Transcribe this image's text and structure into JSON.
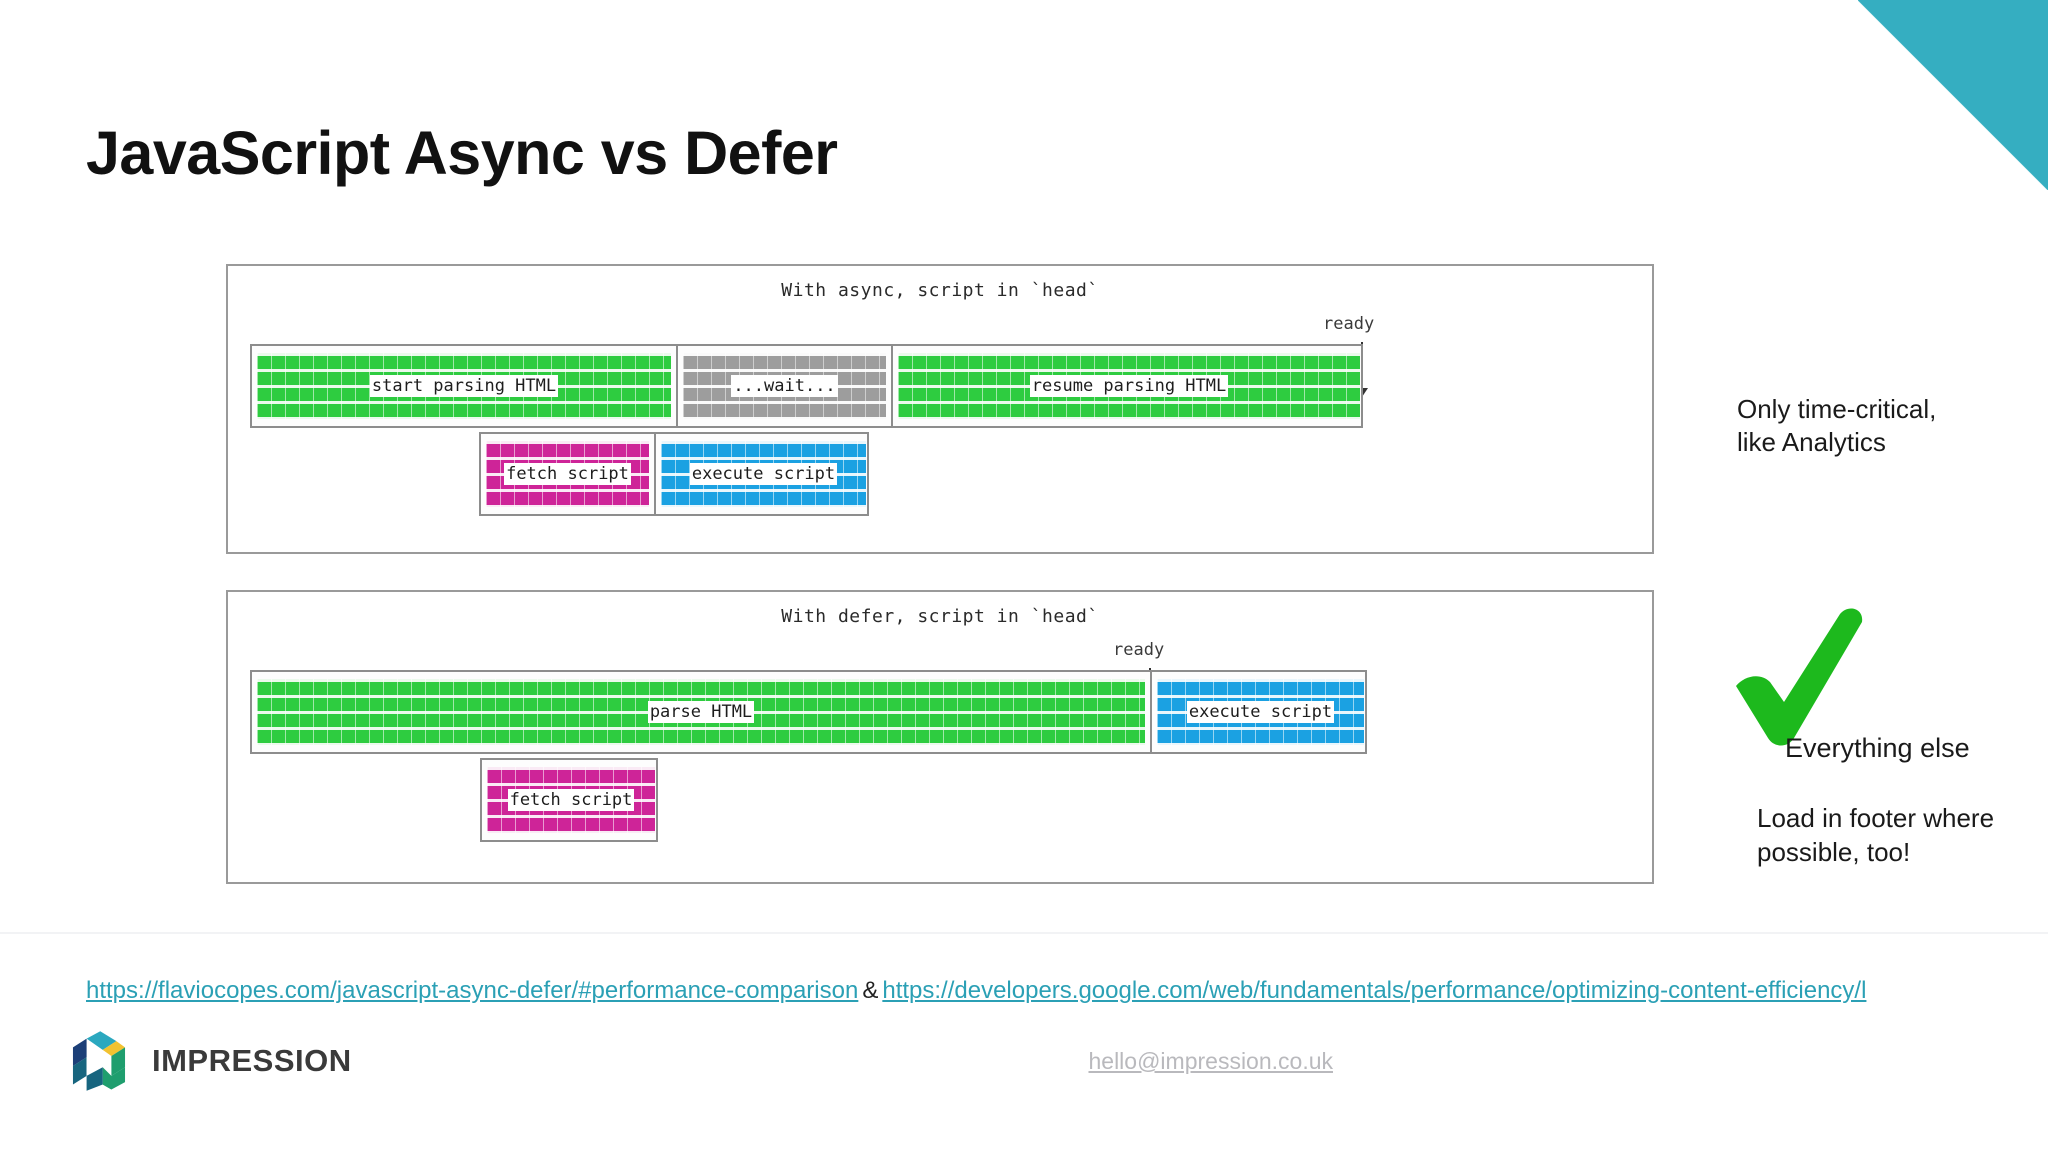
{
  "slide": {
    "title": "JavaScript Async vs Defer",
    "accent_color": "#35AEC1"
  },
  "diagram": {
    "panels": [
      {
        "id": "async",
        "caption": "With async, script in `head`",
        "ready_label": "ready",
        "rows": [
          {
            "id": "parse-row",
            "segments": [
              {
                "label": "start parsing HTML",
                "color": "green"
              },
              {
                "label": "...wait...",
                "color": "gray"
              },
              {
                "label": "resume parsing HTML",
                "color": "green"
              }
            ]
          },
          {
            "id": "script-row",
            "segments": [
              {
                "label": "fetch script",
                "color": "magenta"
              },
              {
                "label": "execute script",
                "color": "blue"
              }
            ]
          }
        ]
      },
      {
        "id": "defer",
        "caption": "With defer, script in `head`",
        "ready_label": "ready",
        "rows": [
          {
            "id": "parse-row",
            "segments": [
              {
                "label": "parse HTML",
                "color": "green"
              },
              {
                "label": "execute script",
                "color": "blue"
              }
            ]
          },
          {
            "id": "script-row",
            "segments": [
              {
                "label": "fetch script",
                "color": "magenta"
              }
            ]
          }
        ]
      }
    ]
  },
  "annotations": {
    "async_note": "Only time-critical, like Analytics",
    "defer_note": "Everything else",
    "defer_note_2": "Load in footer where possible, too!",
    "check_icon": "green-check-icon"
  },
  "footer": {
    "link_1": "https://flaviocopes.com/javascript-async-defer/#performance-comparison",
    "separator": "&",
    "link_2": "https://developers.google.com/web/fundamentals/performance/optimizing-content-efficiency/l",
    "brand_name": "IMPRESSION",
    "email": "hello@impression.co.uk",
    "logo_colors": [
      "#2BA8BF",
      "#1C3F78",
      "#F2C230",
      "#1F9E6E",
      "#17657F"
    ]
  }
}
